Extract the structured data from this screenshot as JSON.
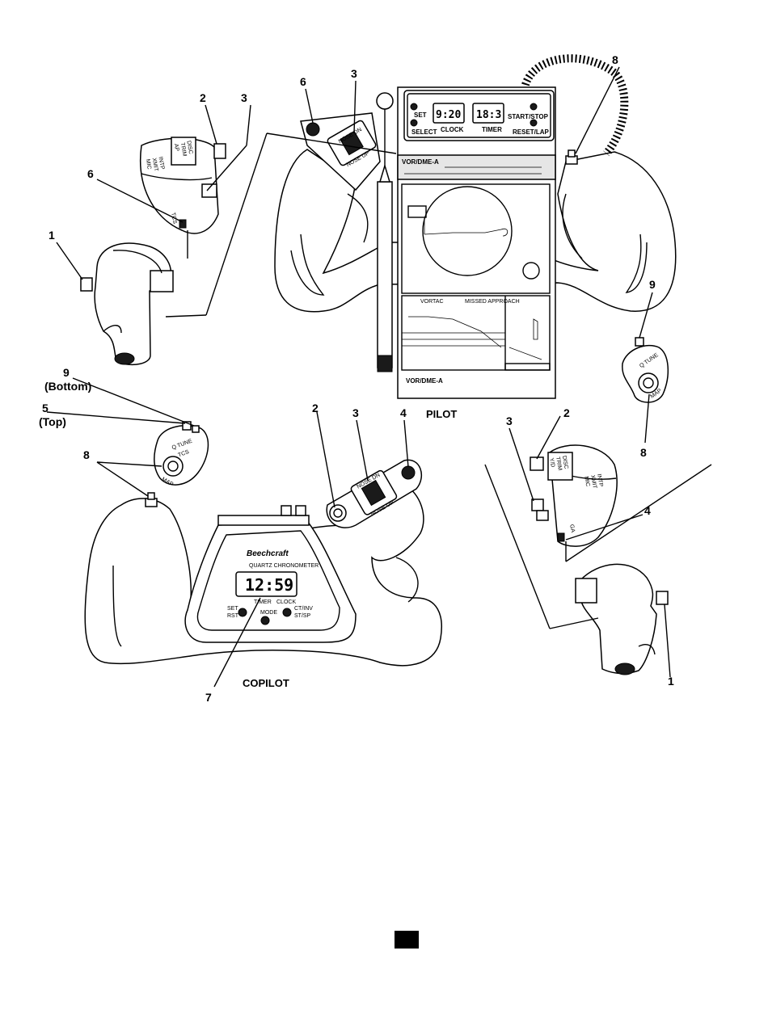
{
  "callouts": {
    "c1_left": "1",
    "c2_left": "2",
    "c3_left": "3",
    "c6_left": "6",
    "c6_pilot": "6",
    "c3_pilot": "3",
    "c8_top": "8",
    "c9_right": "9",
    "c8_right": "8",
    "c9_bottom": "9",
    "c9_bottom_note": "(Bottom)",
    "c5_top": "5",
    "c5_top_note": "(Top)",
    "c8_left": "8",
    "c2_copilot": "2",
    "c3_copilot": "3",
    "c4_copilot": "4",
    "c3_right": "3",
    "c2_right": "2",
    "c4_right": "4",
    "c1_right": "1",
    "c7": "7"
  },
  "labels": {
    "pilot": "PILOT",
    "copilot": "COPILOT"
  },
  "pilot_timer": {
    "set": "SET",
    "select": "SELECT",
    "clock_label": "CLOCK",
    "timer_label": "TIMER",
    "start_stop": "START/STOP",
    "reset_lap": "RESET/LAP",
    "clock_value": "9:20",
    "timer_value": "18:3"
  },
  "chart_card": {
    "header": "VOR/DME-A",
    "footer": "VOR/DME-A",
    "section_left": "VORTAC",
    "section_mid": "MISSED APPROACH"
  },
  "switch_panel": {
    "disc": "DISC",
    "trim": "TRIM",
    "ap": "AP",
    "yd": "Y/D",
    "intp": "INTP",
    "xmit": "XMIT",
    "mic": "MIC",
    "tcs": "TCS",
    "ga": "GA"
  },
  "trim_switch": {
    "nose_dn": "NOSE DN",
    "nose_up": "NOSE UP"
  },
  "q_tune": {
    "q_tune": "Q TUNE",
    "map": "MAP",
    "tcs": "TCS"
  },
  "chronometer": {
    "brand": "Beechcraft",
    "subtitle": "QUARTZ CHRONOMETER",
    "value": "12:59",
    "timer": "TIMER",
    "clock": "CLOCK",
    "set": "SET",
    "rst": "RST",
    "mode": "MODE",
    "ctinv": "CT/INV",
    "stsp": "ST/SP"
  },
  "colors": {
    "ink": "#000000",
    "paper": "#ffffff",
    "shade": "#e6e6e6"
  }
}
